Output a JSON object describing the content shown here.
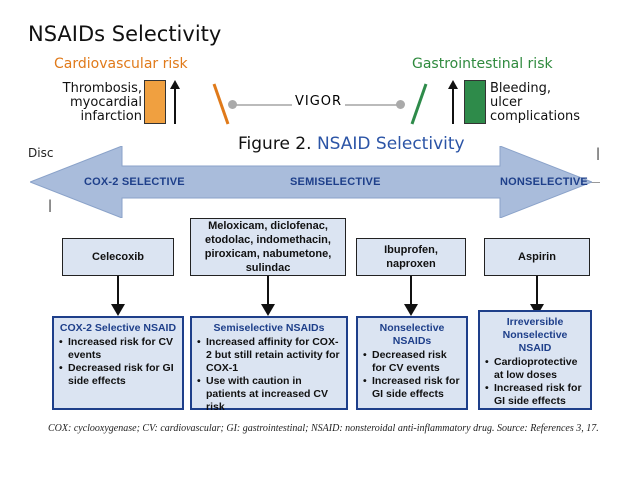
{
  "slide_title": "NSAIDs Selectivity",
  "risk_strip": {
    "left_title": "Cardiovascular risk",
    "right_title": "Gastrointestinal risk",
    "left_conditions": [
      "Thrombosis,",
      "myocardial",
      "infarction"
    ],
    "right_conditions": [
      "Bleeding,",
      "ulcer",
      "complications"
    ],
    "center_label": "VIGOR",
    "colors": {
      "orange": "#f0a040",
      "green": "#2e8b4a"
    }
  },
  "figure": {
    "caption_prefix": "Figure 2. ",
    "caption_emphasis": "NSAID Selectivity"
  },
  "truncated_text": {
    "disc": "Disc",
    "bar": "|",
    "right_mark": "|"
  },
  "spectrum": {
    "left": "COX-2 SELECTIVE",
    "middle": "SEMISELECTIVE",
    "right": "NONSELECTIVE"
  },
  "drug_boxes": [
    {
      "text": "Celecoxib"
    },
    {
      "text": "Meloxicam, diclofenac, etodolac, indomethacin, piroxicam, nabumetone, sulindac"
    },
    {
      "text": "Ibuprofen, naproxen"
    },
    {
      "text": "Aspirin"
    }
  ],
  "descriptions": [
    {
      "heading": "COX-2 Selective NSAID",
      "bullets": [
        "Increased risk for CV events",
        "Decreased risk for GI side effects"
      ]
    },
    {
      "heading": "Semiselective NSAIDs",
      "bullets": [
        "Increased affinity for COX-2 but still retain activity for COX-1",
        "Use with caution in patients at increased CV risk"
      ]
    },
    {
      "heading": "Nonselective NSAIDs",
      "bullets": [
        "Decreased risk for CV events",
        "Increased risk for GI side effects"
      ]
    },
    {
      "heading": "Irreversible Nonselective NSAID",
      "bullets": [
        "Cardioprotective at low doses",
        "Increased risk for GI side effects"
      ]
    }
  ],
  "footnote": "COX: cyclooxygenase; CV: cardiovascular; GI: gastrointestinal; NSAID: nonsteroidal anti-inflammatory drug. Source: References 3, 17."
}
